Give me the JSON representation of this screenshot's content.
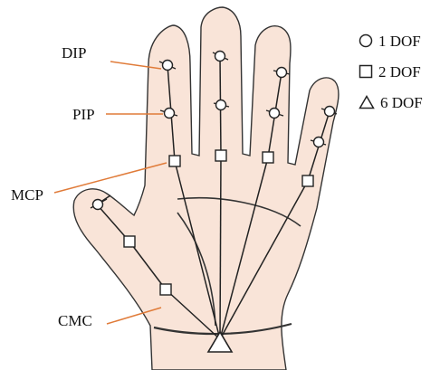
{
  "joint_labels": {
    "dip": "DIP",
    "pip": "PIP",
    "mcp": "MCP",
    "cmc": "CMC"
  },
  "legend": [
    {
      "shape": "circle",
      "label": "1 DOF"
    },
    {
      "shape": "square",
      "label": "2 DOF"
    },
    {
      "shape": "triangle",
      "label": "6 DOF"
    }
  ],
  "colors": {
    "skin_fill": "#f9e4d8",
    "outline": "#333333",
    "leader_line": "#e07b39",
    "skeleton": "#222222"
  }
}
